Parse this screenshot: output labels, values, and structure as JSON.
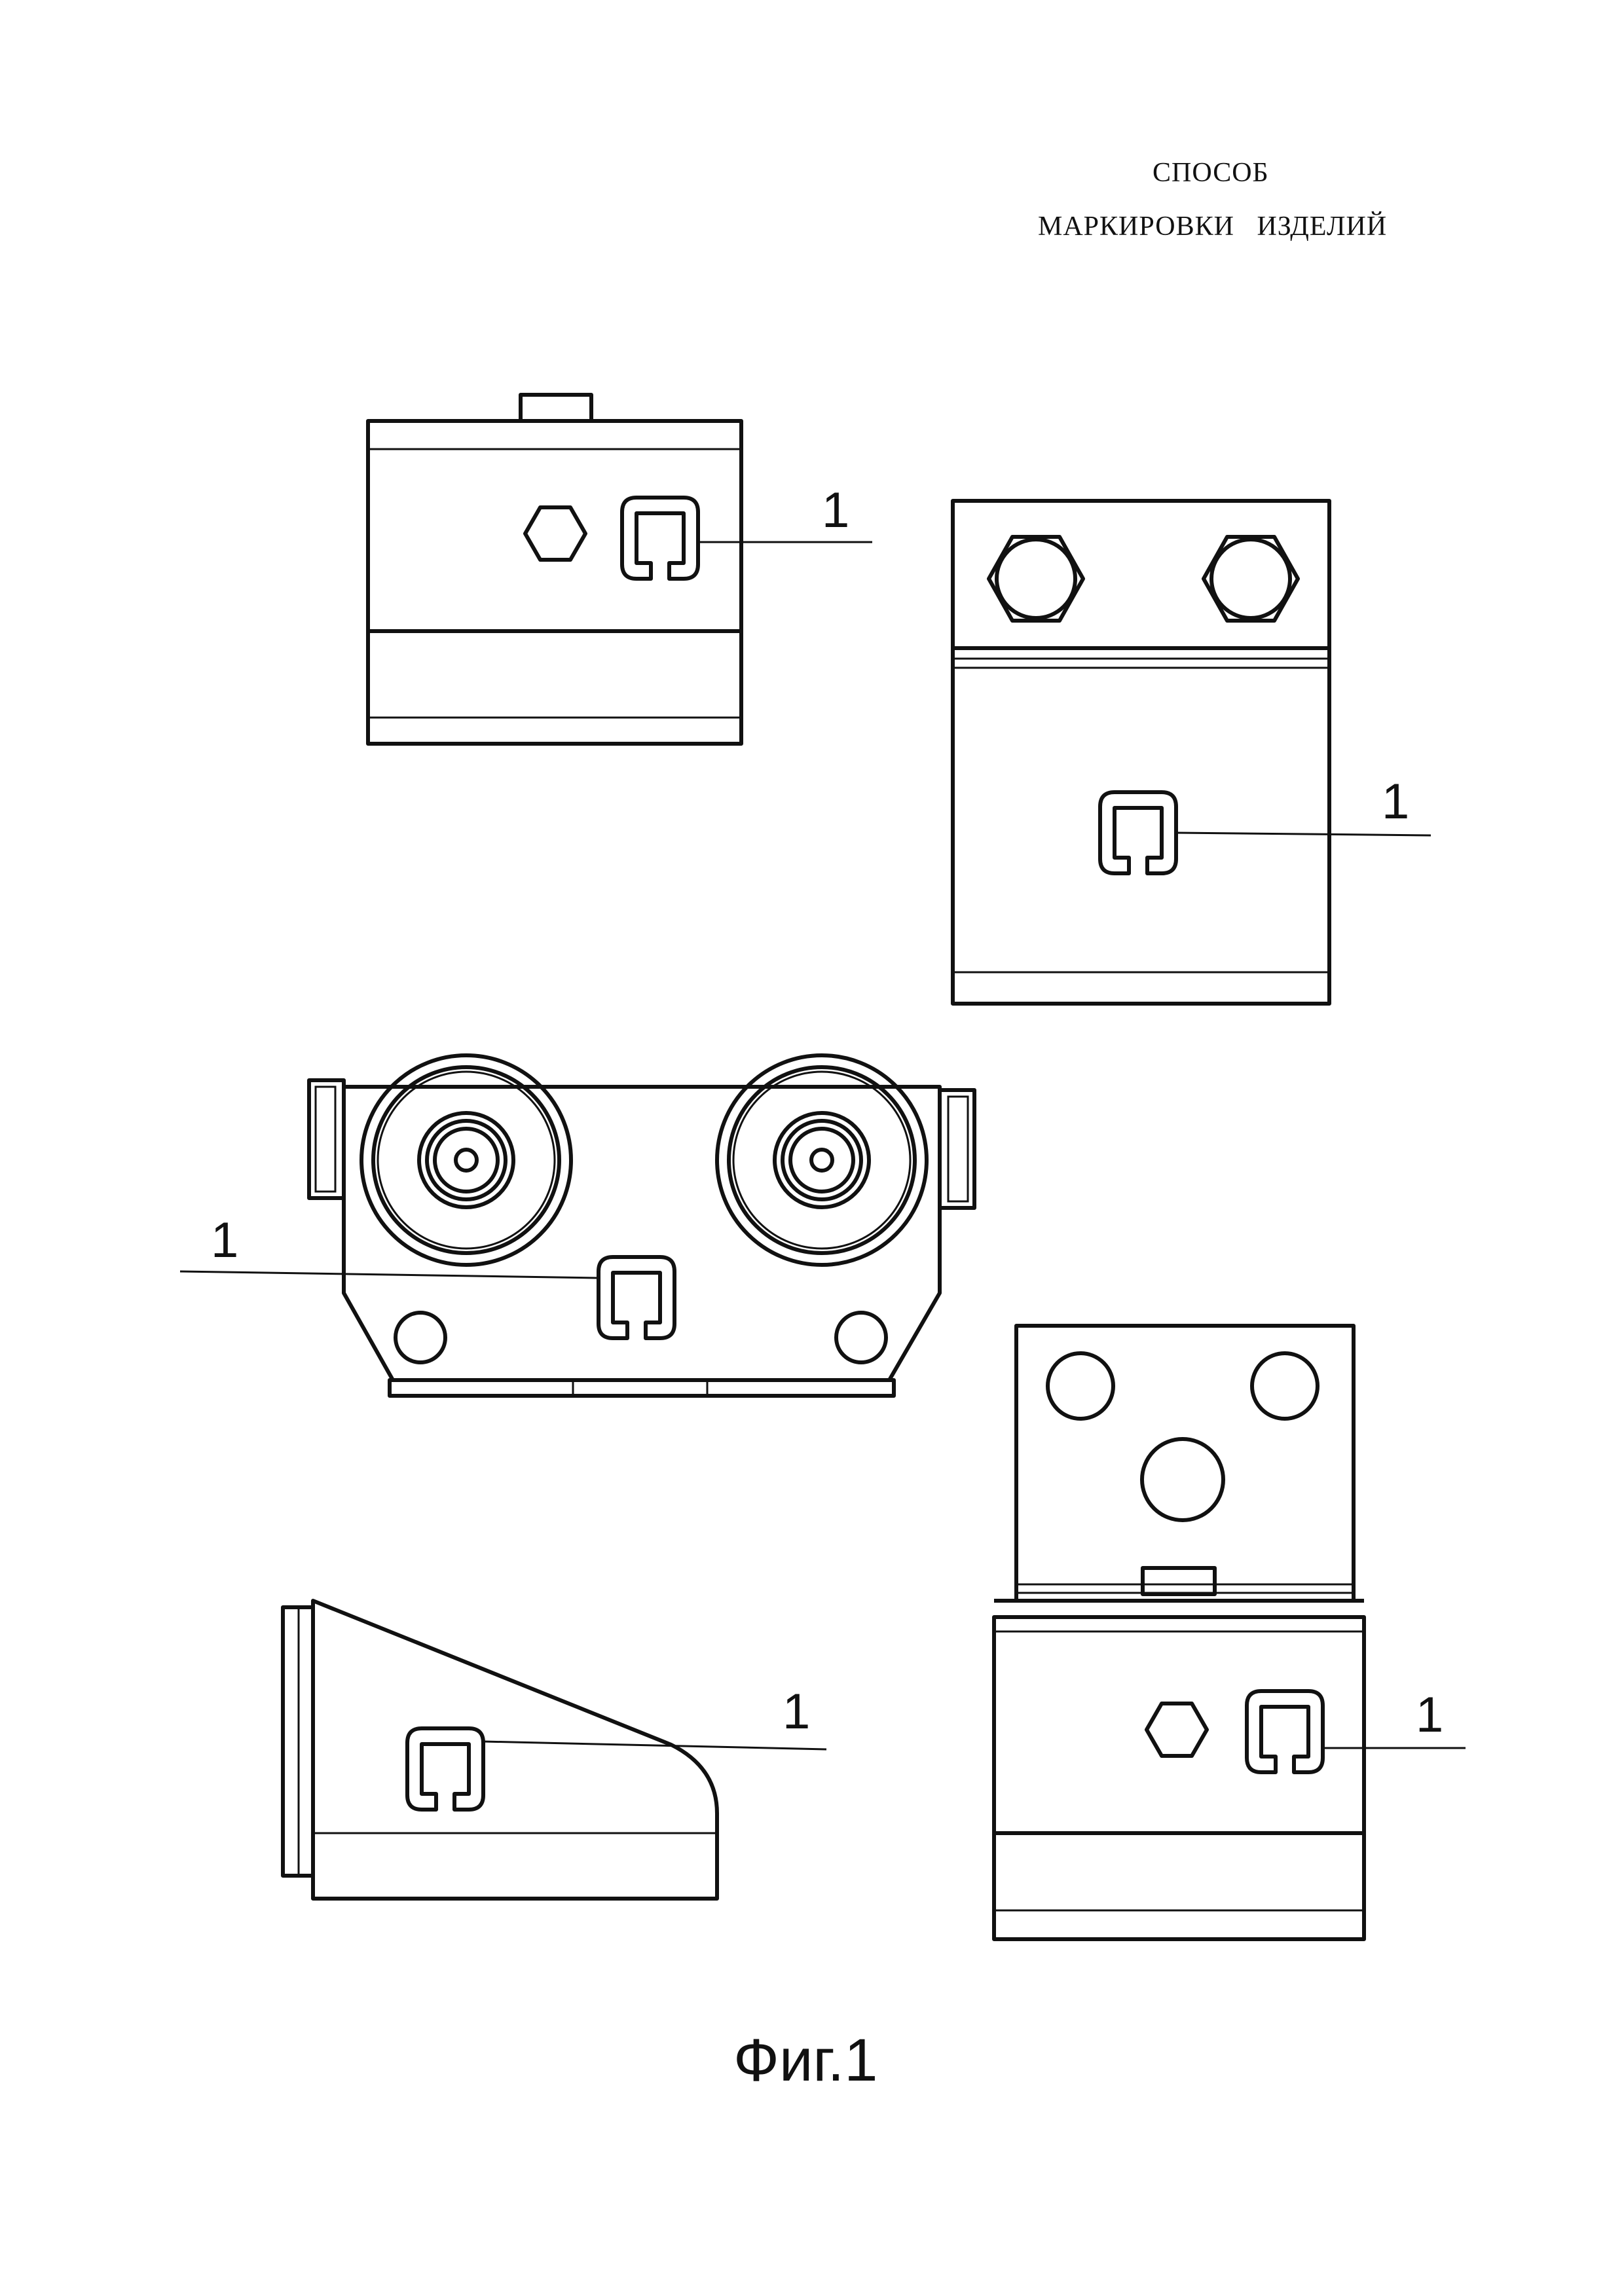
{
  "header": {
    "title_line1": "СПОСОБ",
    "title_line2": "МАРКИРОВКИ   ИЗДЕЛИЙ"
  },
  "figure": {
    "caption": "Фиг.1",
    "reference_labels": [
      "1",
      "1",
      "1",
      "1",
      "1"
    ]
  }
}
